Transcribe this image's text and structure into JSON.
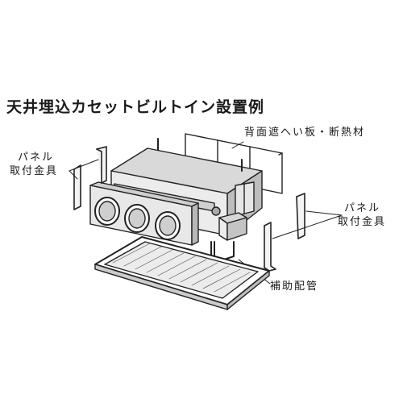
{
  "title": "天井埋込カセットビルトイン設置例",
  "labels": {
    "back_panel": "背面遮へい板・断熱材",
    "left_bracket_line1": "パネル",
    "left_bracket_line2": "取付金具",
    "right_bracket_line1": "パネル",
    "right_bracket_line2": "取付金具",
    "aux_pipe": "補助配管"
  }
}
